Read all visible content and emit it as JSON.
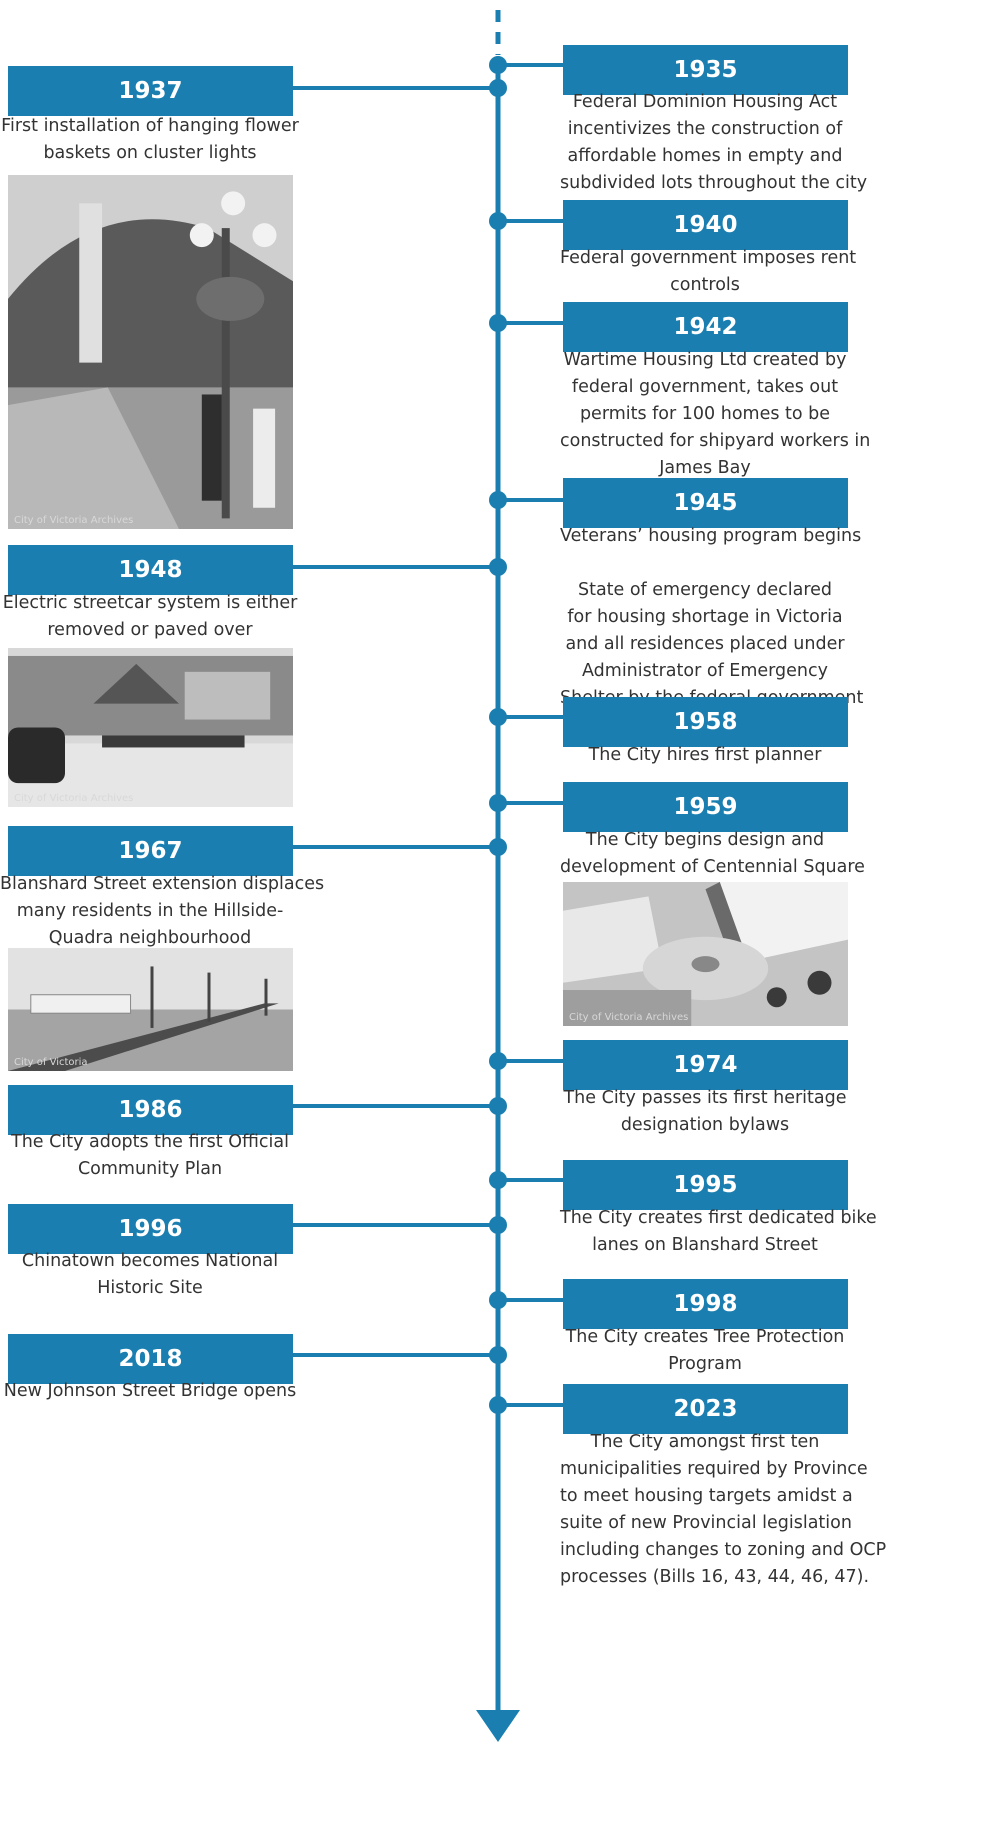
{
  "colors": {
    "accent": "#1a7fb0",
    "text": "#333333",
    "background": "#ffffff"
  },
  "timeline": {
    "direction": "down",
    "left_events": [
      {
        "year": "1937",
        "lines": [
          "First installation of hanging flower",
          "baskets on cluster lights"
        ]
      },
      {
        "year": "1948",
        "lines": [
          "Electric streetcar system is either",
          "removed or paved over"
        ]
      },
      {
        "year": "1967",
        "lines": [
          "Blanshard Street extension displaces",
          "many residents in the Hillside-",
          "Quadra neighbourhood"
        ]
      },
      {
        "year": "1986",
        "lines": [
          "The City adopts the first Official",
          "Community Plan"
        ]
      },
      {
        "year": "1996",
        "lines": [
          "Chinatown becomes National",
          "Historic Site"
        ]
      },
      {
        "year": "2018",
        "lines": [
          "New Johnson Street Bridge opens"
        ]
      }
    ],
    "right_events": [
      {
        "year": "1935",
        "lines": [
          "Federal Dominion Housing Act",
          "incentivizes the construction of",
          "affordable homes in empty and",
          "subdivided lots throughout the city"
        ]
      },
      {
        "year": "1940",
        "lines": [
          "Federal government imposes rent",
          "controls"
        ]
      },
      {
        "year": "1942",
        "lines": [
          "Wartime Housing Ltd created by",
          "federal government, takes out",
          "permits for 100 homes to be",
          "constructed for shipyard workers in",
          "James Bay"
        ]
      },
      {
        "year": "1945",
        "lines": [
          "Veterans’ housing program begins",
          "",
          "State of emergency declared",
          "for housing shortage in Victoria",
          "and all residences placed under",
          "Administrator of Emergency",
          "Shelter by the federal government"
        ]
      },
      {
        "year": "1958",
        "lines": [
          "The City hires first planner"
        ]
      },
      {
        "year": "1959",
        "lines": [
          "The City begins design and",
          "development of Centennial Square"
        ]
      },
      {
        "year": "1974",
        "lines": [
          "The City passes its first heritage",
          "designation bylaws"
        ]
      },
      {
        "year": "1995",
        "lines": [
          "The City creates first dedicated bike",
          "lanes on Blanshard Street"
        ]
      },
      {
        "year": "1998",
        "lines": [
          "The City creates Tree Protection",
          "Program"
        ]
      },
      {
        "year": "2023",
        "lines": [
          "The City amongst first ten",
          "municipalities required by Province",
          "to meet housing targets amidst  a",
          "suite of new Provincial legislation",
          "including changes to zoning and OCP",
          "processes (Bills 16, 43, 44, 46, 47)."
        ]
      }
    ],
    "photos": [
      {
        "event": "1937",
        "credit": "City of Victoria Archives"
      },
      {
        "event": "1948",
        "credit": "City of Victoria Archives"
      },
      {
        "event": "1967",
        "credit": "City of Victoria"
      },
      {
        "event": "1959",
        "credit": "City of Victoria Archives"
      }
    ]
  }
}
